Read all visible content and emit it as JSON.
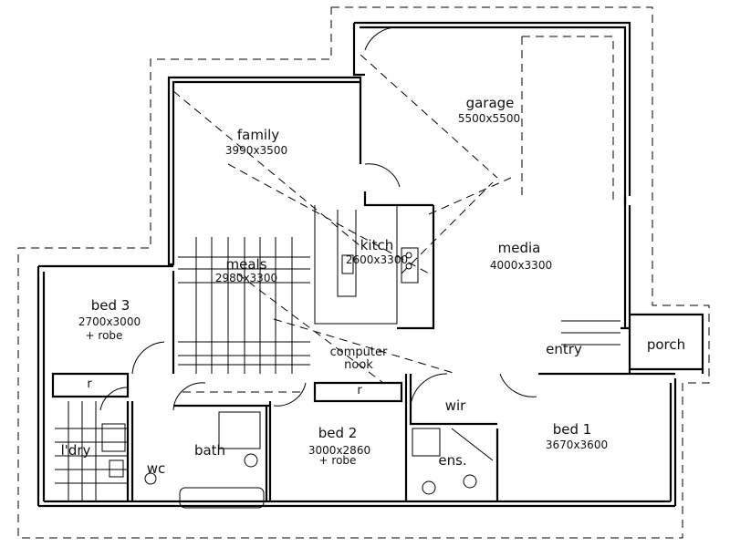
{
  "rooms": {
    "family": {
      "name": "family",
      "size": "3990x3500"
    },
    "garage": {
      "name": "garage",
      "size": "5500x5500"
    },
    "kitchen": {
      "name": "kitch",
      "size": "2600x3300"
    },
    "media": {
      "name": "media",
      "size": "4000x3300"
    },
    "meals": {
      "name": "meals",
      "size": "2980x3300"
    },
    "bed3": {
      "name": "bed 3",
      "size": "2700x3000",
      "extra": "+ robe"
    },
    "computer_nook": {
      "name": "computer",
      "extra": "nook"
    },
    "entry": {
      "name": "entry"
    },
    "porch": {
      "name": "porch"
    },
    "bed2": {
      "name": "bed 2",
      "size": "3000x2860",
      "extra": "+ robe"
    },
    "bed1": {
      "name": "bed 1",
      "size": "3670x3600"
    },
    "wir": {
      "name": "wir"
    },
    "ens": {
      "name": "ens."
    },
    "bath": {
      "name": "bath"
    },
    "wc": {
      "name": "wc"
    },
    "laundry": {
      "name": "l'dry"
    },
    "robe_bed3": {
      "name": "r"
    },
    "robe_bed2": {
      "name": "r"
    }
  },
  "colors": {
    "line": "#000000",
    "background": "#ffffff"
  }
}
